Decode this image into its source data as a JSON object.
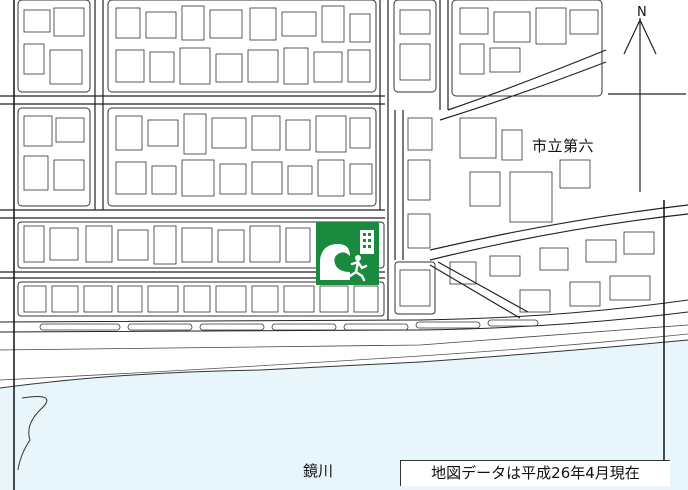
{
  "map": {
    "school_label": "市立第六",
    "river_label": "鏡川",
    "data_note": "地図データは平成26年4月現在",
    "north_label": "N",
    "shelter_icon": "tsunami-evacuation-building-icon",
    "colors": {
      "background": "#ffffff",
      "road_line": "#222222",
      "river": "#e8f6fb",
      "shelter_green": "#1a8a3e"
    }
  }
}
